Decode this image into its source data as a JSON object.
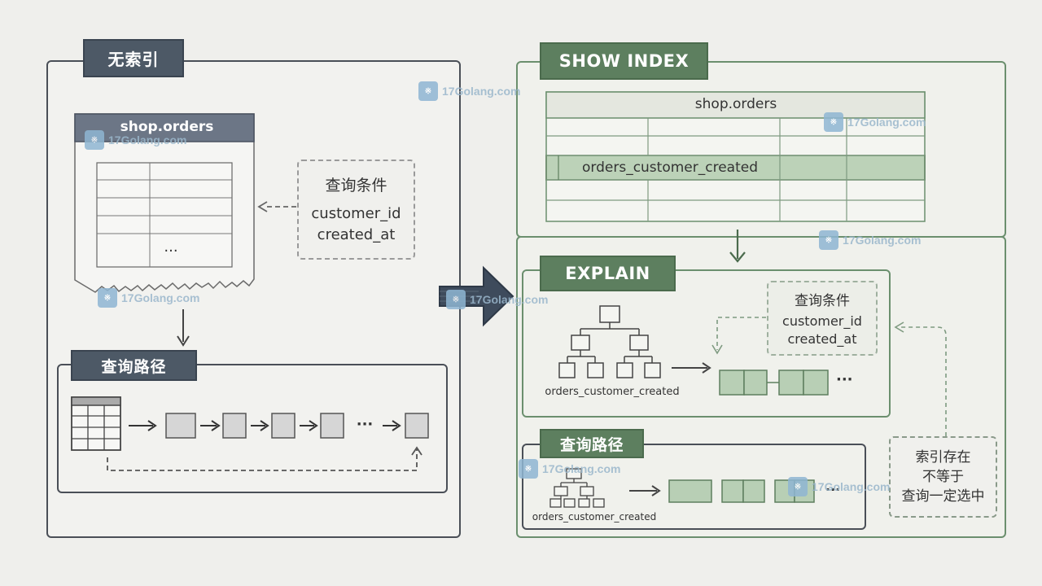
{
  "left": {
    "title": "无索引",
    "table_name": "shop.orders",
    "condition_title": "查询条件",
    "condition_fields": [
      "customer_id",
      "created_at"
    ],
    "ellipsis": "...",
    "path_title": "查询路径",
    "path_ellipsis": "···"
  },
  "right": {
    "show_index_title": "SHOW INDEX",
    "table_name": "shop.orders",
    "index_row_label": "orders_customer_created",
    "explain_title": "EXPLAIN",
    "condition_title": "查询条件",
    "condition_fields": [
      "customer_id",
      "created_at"
    ],
    "tree_label": "orders_customer_created",
    "leaf_ellipsis": "···",
    "path_title": "查询路径",
    "path_tree_label": "orders_customer_created",
    "path_ellipsis": "···",
    "note_lines": [
      "索引存在",
      "不等于",
      "查询一定选中"
    ]
  },
  "watermark": "17Golang.com",
  "colors": {
    "dark_tag": "#4d5966",
    "green_tag": "#5d7f5f",
    "green_cell": "#b8cfb5",
    "highlight_row": "#bcd2b8"
  }
}
